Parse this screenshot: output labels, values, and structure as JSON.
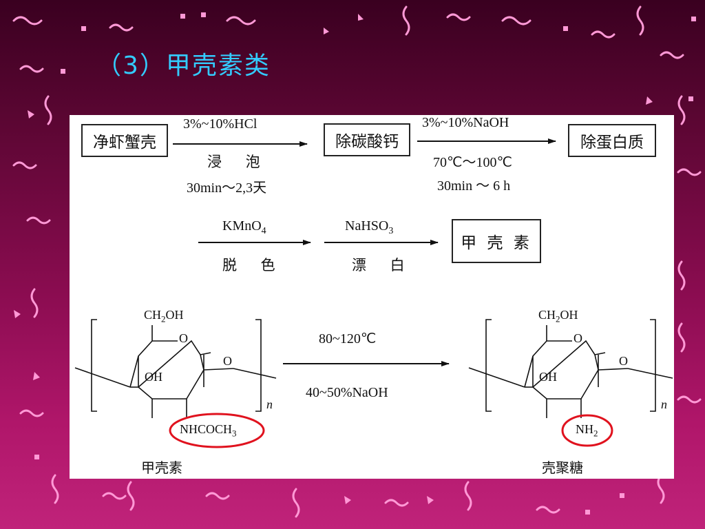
{
  "slide": {
    "title": "（3）甲壳素类"
  },
  "flow": {
    "row1": {
      "start_box": "净虾蟹壳",
      "step1_top": "3%~10%HCl",
      "step1_mid": "浸 泡",
      "step1_bottom": "30min～2,3天",
      "mid_box": "除碳酸钙",
      "step2_top": "3%~10%NaOH",
      "step2_mid": "70℃～100℃",
      "step2_bottom": "30min ～ 6 h",
      "end_box": "除蛋白质"
    },
    "row2": {
      "step3_top_main": "KMnO",
      "step3_top_sub": "4",
      "step3_bottom": "脱 色",
      "step4_top_main": "NaHSO",
      "step4_top_sub": "3",
      "step4_bottom": "漂 白",
      "product_box": "甲 壳 素"
    }
  },
  "reaction": {
    "left": {
      "ch2oh_a": "CH",
      "ch2oh_sub": "2",
      "ch2oh_b": "OH",
      "ring_o": "O",
      "bridge_o": "O",
      "oh": "OH",
      "substituent_a": "NHCOCH",
      "substituent_sub": "3",
      "repeat": "n",
      "name": "甲壳素"
    },
    "conditions": {
      "top": "80~120℃",
      "bottom": "40~50%NaOH"
    },
    "right": {
      "ch2oh_a": "CH",
      "ch2oh_sub": "2",
      "ch2oh_b": "OH",
      "ring_o": "O",
      "bridge_o": "O",
      "oh": "OH",
      "substituent_a": "NH",
      "substituent_sub": "2",
      "repeat": "n",
      "name": "壳聚糖"
    }
  },
  "colors": {
    "title": "#33ccff",
    "highlight_ellipse": "#e0121e",
    "confetti": "#ff8fcf"
  }
}
